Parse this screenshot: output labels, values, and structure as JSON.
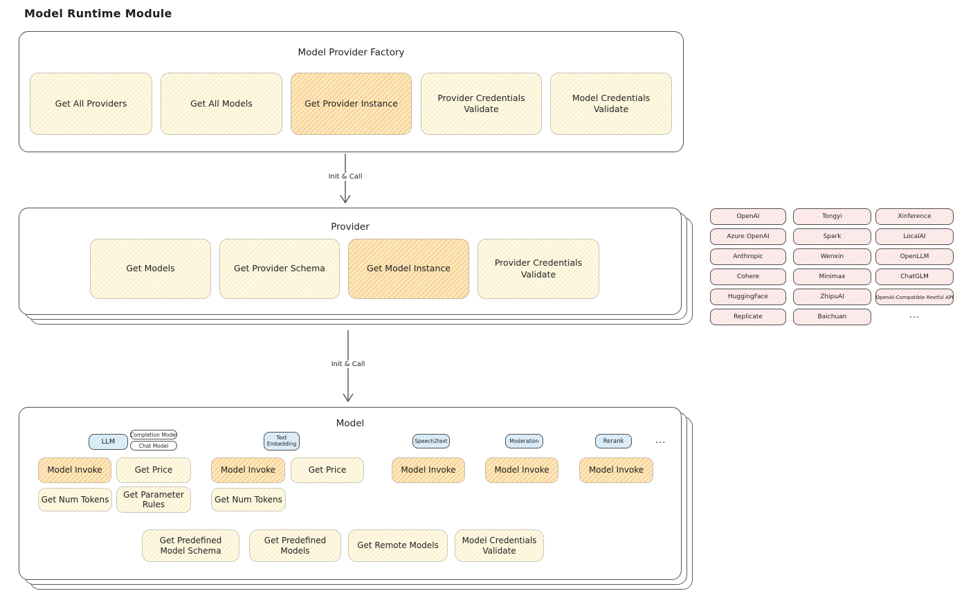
{
  "page": {
    "title": "Model Runtime Module"
  },
  "colors": {
    "yellow_fill": "#fdf9e4",
    "yellow_hatch": "#e9c46a",
    "orange_fill": "#fce8c0",
    "orange_hatch": "#f0a63c",
    "pink_fill": "#fdf0f0",
    "pink_hatch": "#eb9696",
    "blue_fill": "#e3f1fb",
    "blue_hatch": "#78b4e1",
    "stroke": "#4f4f4f",
    "text": "#1e1e1e"
  },
  "factory": {
    "title": "Model Provider Factory",
    "items": [
      {
        "label": "Get All Providers"
      },
      {
        "label": "Get All Models"
      },
      {
        "label": "Get Provider Instance"
      },
      {
        "label": "Provider Credentials Validate"
      },
      {
        "label": "Model Credentials Validate"
      }
    ]
  },
  "arrow1": {
    "label": "Init & Call"
  },
  "provider": {
    "title": "Provider",
    "items": [
      {
        "label": "Get Models"
      },
      {
        "label": "Get Provider Schema"
      },
      {
        "label": "Get Model Instance"
      },
      {
        "label": "Provider Credentials Validate"
      }
    ]
  },
  "providers_grid": {
    "rows": [
      [
        "OpenAI",
        "Tongyi",
        "Xinference"
      ],
      [
        "Azure OpenAI",
        "Spark",
        "LocalAI"
      ],
      [
        "Anthropic",
        "Wenxin",
        "OpenLLM"
      ],
      [
        "Cohere",
        "Minimax",
        "ChatGLM"
      ],
      [
        "HuggingFace",
        "ZhipuAI",
        "OpenAI-Compatible Restful API"
      ],
      [
        "Replicate",
        "Baichuan",
        "..."
      ]
    ]
  },
  "arrow2": {
    "label": "Init & Call"
  },
  "model": {
    "title": "Model",
    "types": {
      "llm": "LLM",
      "completion_model": "Completion Model",
      "chat_model": "Chat Model",
      "text_embedding": "Text Embedding",
      "speech2text": "Speech2text",
      "moderation": "Moderation",
      "rerank": "Rerank",
      "ellipsis": "..."
    },
    "actions": {
      "model_invoke": "Model Invoke",
      "get_price": "Get Price",
      "get_num_tokens": "Get Num Tokens",
      "get_parameter_rules": "Get Parameter Rules",
      "get_predefined_model_schema": "Get Predefined Model Schema",
      "get_predefined_models": "Get Predefined Models",
      "get_remote_models": "Get Remote Models",
      "model_credentials_validate": "Model Credentials Validate"
    }
  }
}
